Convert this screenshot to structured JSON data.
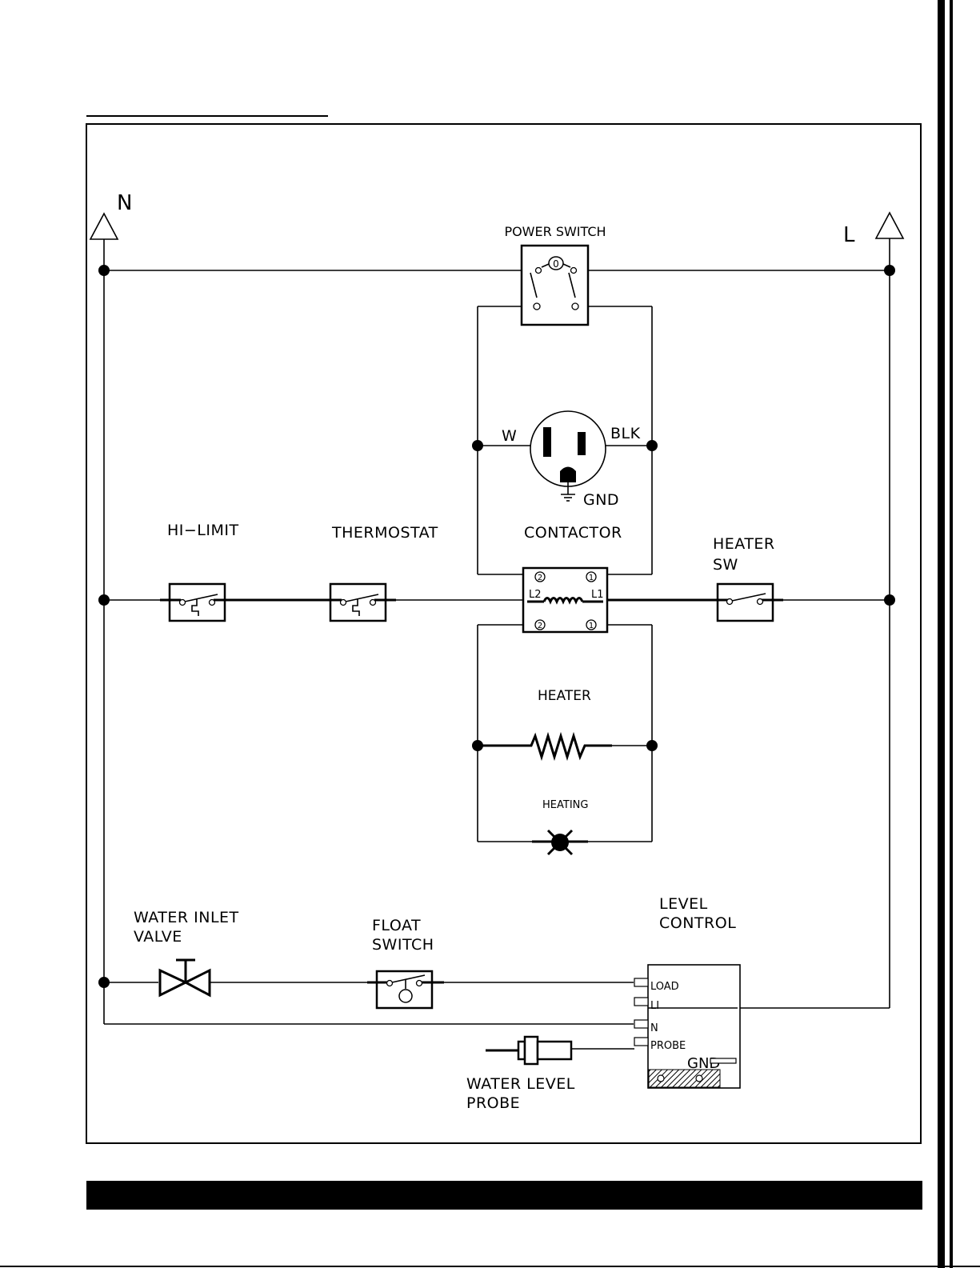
{
  "diagram": {
    "supply": {
      "neutral": "N",
      "line": "L"
    },
    "components": {
      "power_switch": {
        "label": "POWER SWITCH",
        "position_mark": "0"
      },
      "receptacle": {
        "white": "W",
        "black": "BLK",
        "ground": "GND"
      },
      "hi_limit": {
        "label": "HI−LIMIT"
      },
      "thermostat": {
        "label": "THERMOSTAT"
      },
      "contactor": {
        "label": "CONTACTOR",
        "coil_left": "L2",
        "coil_right": "L1",
        "terminal_2": "2",
        "terminal_1": "1"
      },
      "heater_switch": {
        "label_line1": "HEATER",
        "label_line2": "SW"
      },
      "heater": {
        "label": "HEATER"
      },
      "heating_lamp": {
        "label": "HEATING"
      },
      "water_inlet_valve": {
        "label_line1": "WATER  INLET",
        "label_line2": "VALVE"
      },
      "float_switch": {
        "label_line1": "FLOAT",
        "label_line2": "SWITCH"
      },
      "level_control": {
        "label_line1": "LEVEL",
        "label_line2": "CONTROL",
        "terminals": [
          "LOAD",
          "LI",
          "N",
          "PROBE"
        ],
        "ground": "GND"
      },
      "water_level_probe": {
        "label_line1": "WATER  LEVEL",
        "label_line2": "PROBE"
      }
    }
  }
}
